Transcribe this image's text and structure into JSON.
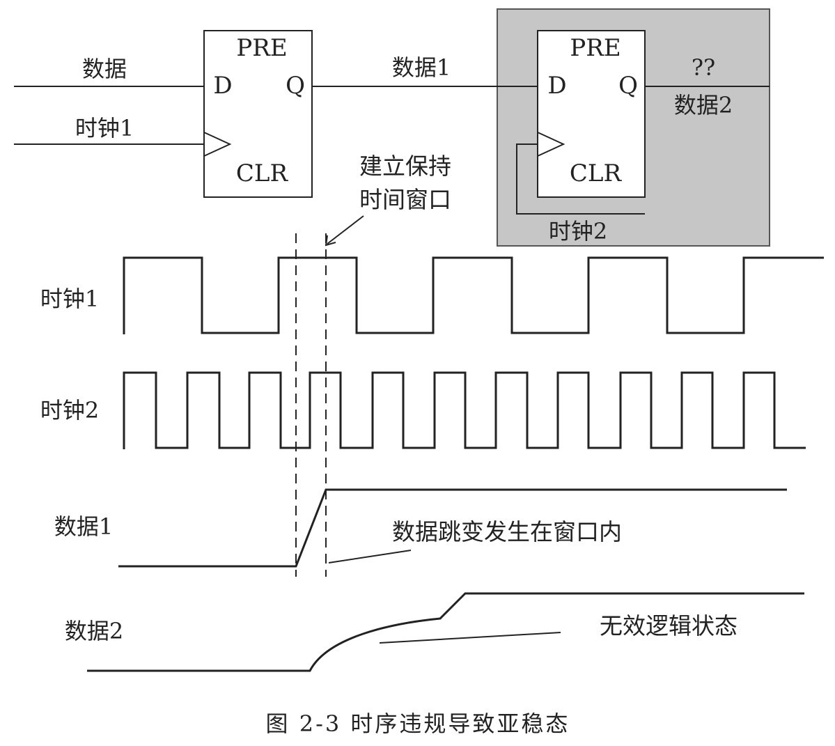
{
  "circuit": {
    "input_data_label": "数据",
    "clock1_label": "时钟1",
    "ff1": {
      "pre": "PRE",
      "d": "D",
      "q": "Q",
      "clr": "CLR"
    },
    "data1_label": "数据1",
    "ff2": {
      "pre": "PRE",
      "d": "D",
      "q": "Q",
      "clr": "CLR"
    },
    "unknown_label": "??",
    "data2_label": "数据2",
    "clock2_label": "时钟2",
    "window_note_line1": "建立保持",
    "window_note_line2": "时间窗口"
  },
  "waveforms": {
    "clock1": "时钟1",
    "clock2": "时钟2",
    "data1": "数据1",
    "data2": "数据2",
    "data1_note": "数据跳变发生在窗口内",
    "data2_note": "无效逻辑状态"
  },
  "caption": "图 2-3   时序违规导致亚稳态",
  "colors": {
    "shaded_region": "#c6c6c6",
    "line": "#222222"
  }
}
